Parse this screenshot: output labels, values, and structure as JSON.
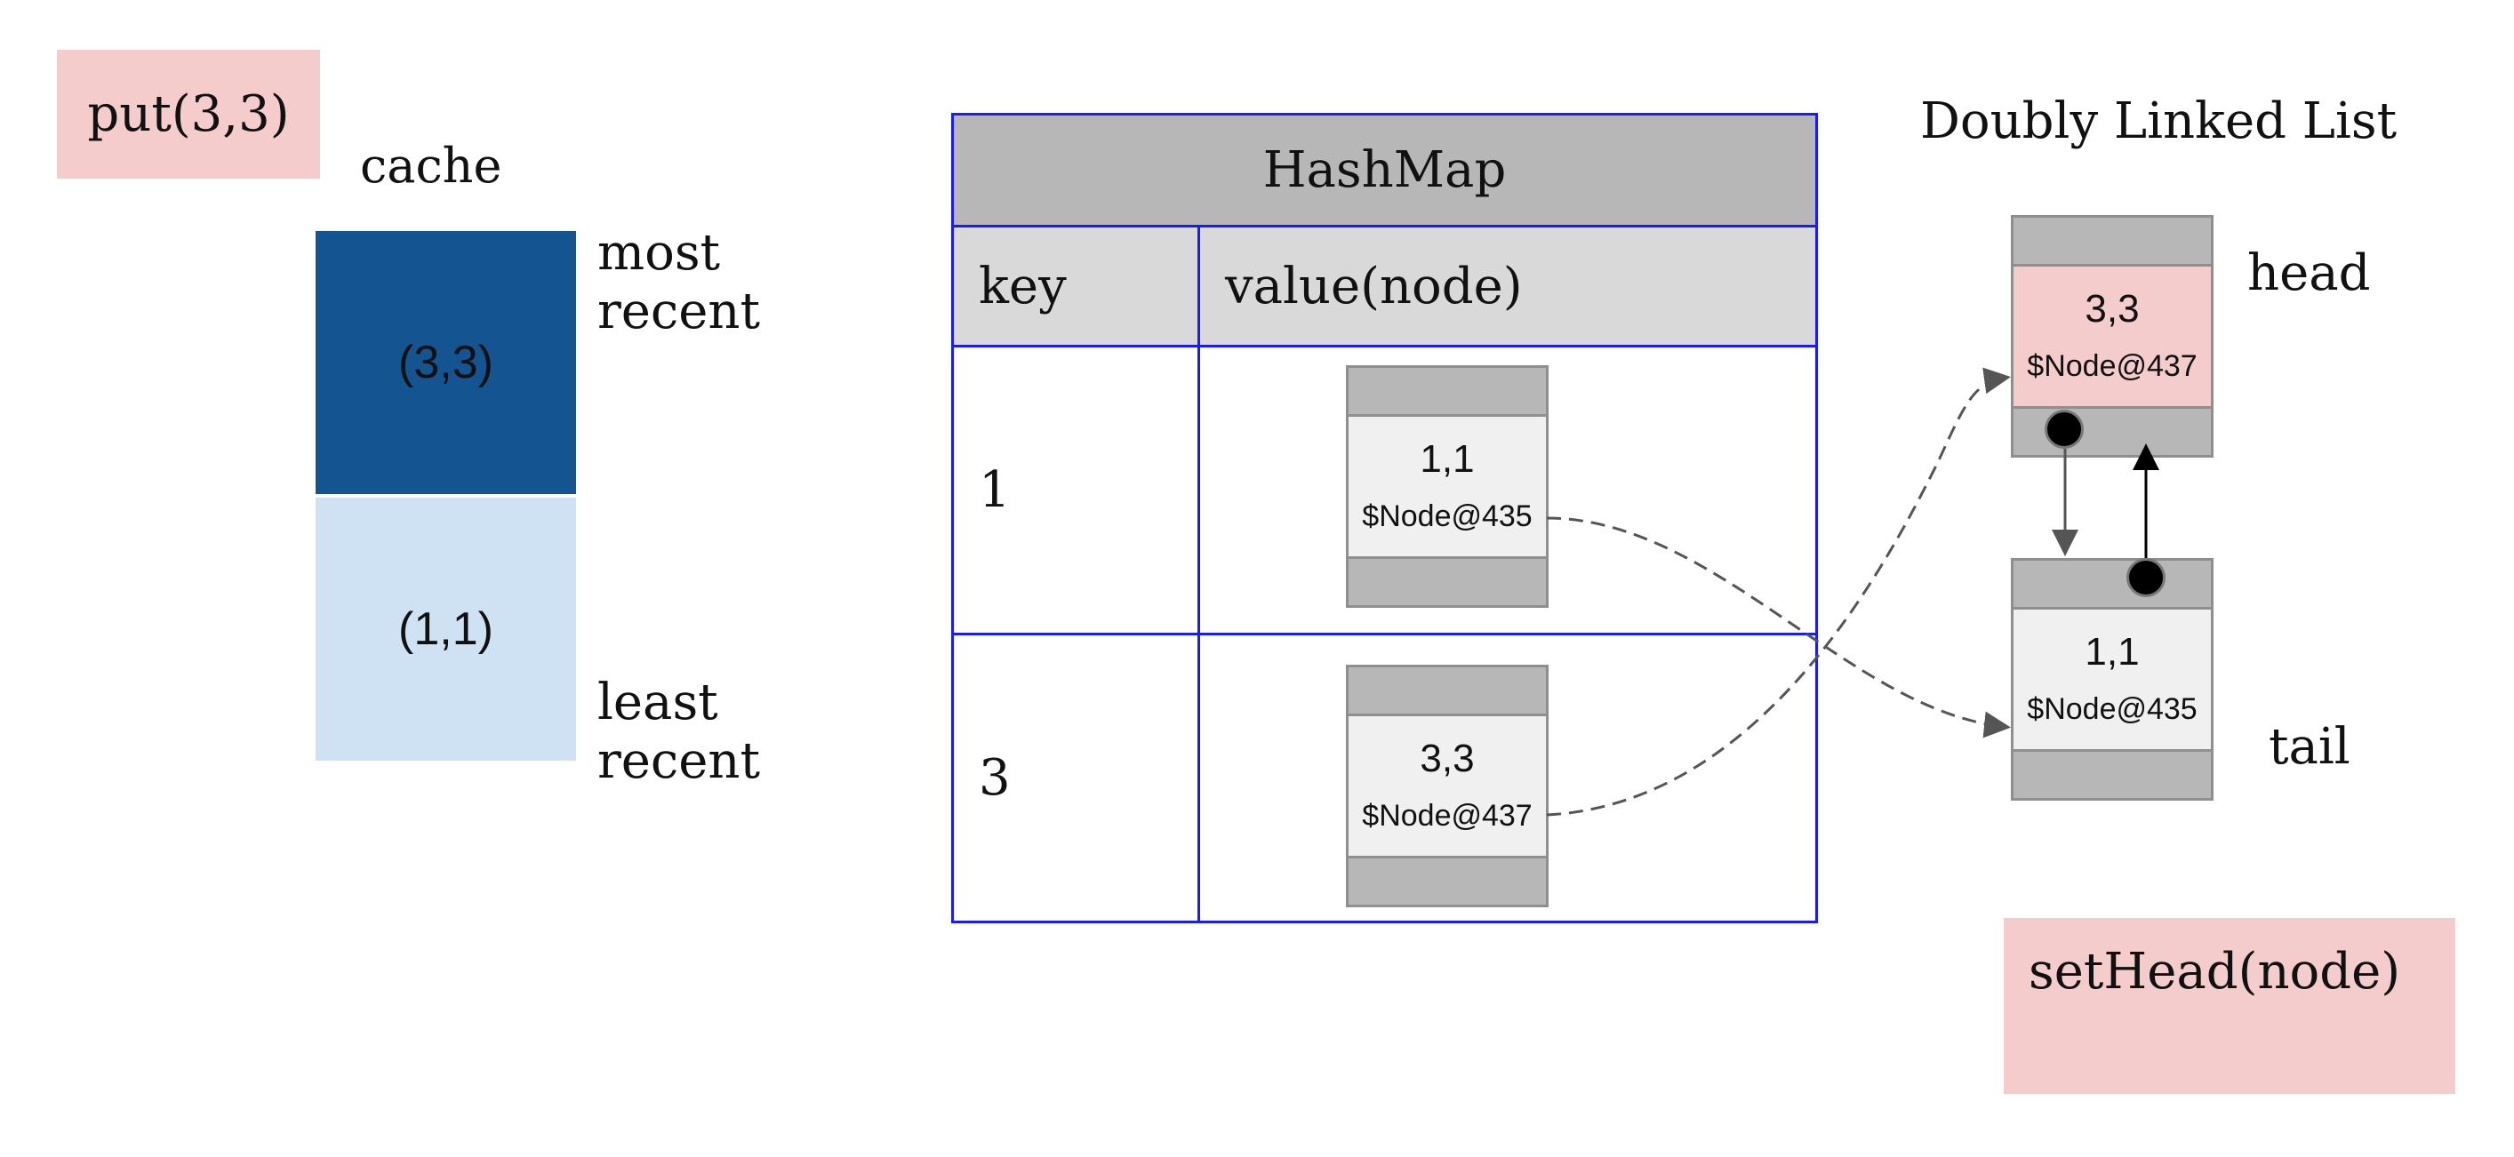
{
  "operation_label": "put(3,3)",
  "action_label": "setHead(node)",
  "cache": {
    "title": "cache",
    "most_recent_label_line1": "most",
    "most_recent_label_line2": "recent",
    "least_recent_label_line1": "least",
    "least_recent_label_line2": "recent",
    "entries": [
      {
        "text": "(3,3)",
        "color": "#145490"
      },
      {
        "text": "(1,1)",
        "color": "#cfe2f3"
      }
    ]
  },
  "hashmap": {
    "title": "HashMap",
    "col_key": "key",
    "col_value": "value(node)",
    "border_color": "#1a1aff",
    "rows": [
      {
        "key": "1",
        "node_value": "1,1",
        "node_addr": "$Node@435"
      },
      {
        "key": "3",
        "node_value": "3,3",
        "node_addr": "$Node@437"
      }
    ]
  },
  "linked_list": {
    "title": "Doubly Linked List",
    "head_label": "head",
    "tail_label": "tail",
    "head_node": {
      "value": "3,3",
      "addr": "$Node@437"
    },
    "tail_node": {
      "value": "1,1",
      "addr": "$Node@435"
    }
  }
}
